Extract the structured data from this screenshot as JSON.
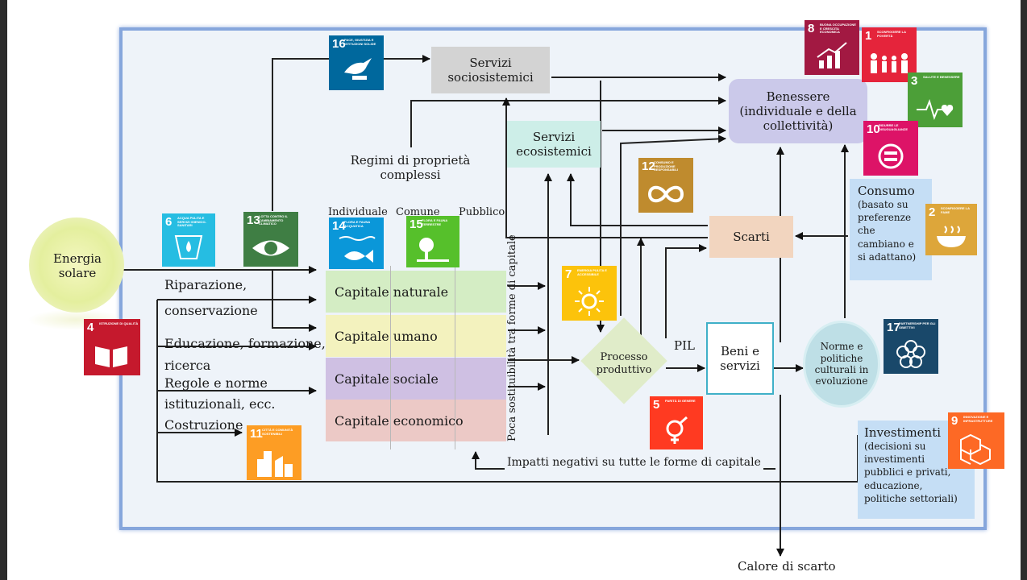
{
  "energy": {
    "label": "Energia solare"
  },
  "services": {
    "socio": "Servizi sociosistemici",
    "eco": "Servizi ecosistemici"
  },
  "wellbeing": {
    "label": "Benessere (individuale e della collettività)"
  },
  "property": {
    "title": "Regimi di proprietà complessi",
    "columns": [
      "Individuale",
      "Comune",
      "Pubblico"
    ]
  },
  "capitals": [
    {
      "label": "Capitale naturale",
      "color": "#d4edc4"
    },
    {
      "label": "Capitale umano",
      "color": "#f3f2be"
    },
    {
      "label": "Capitale sociale",
      "color": "#cfc0e3"
    },
    {
      "label": "Capitale economico",
      "color": "#ecc9c6"
    }
  ],
  "substitutability": "Poca sostituibilità tra forme di capitale",
  "inputs": {
    "repair1": "Riparazione,",
    "repair2": "conservazione",
    "edu1": "Educazione, formazione,",
    "edu2": "ricerca",
    "rules1": "Regole e norme",
    "rules2": "istituzionali, ecc.",
    "build": "Costruzione"
  },
  "process": "Processo produttivo",
  "pil": "PIL",
  "goods": "Beni e servizi",
  "norms": "Norme e politiche culturali in evoluzione",
  "waste": "Scarti",
  "consumption": {
    "title": "Consumo",
    "body": "(basato su preferenze che cambiano e si adattano)"
  },
  "investments": {
    "title": "Investimenti",
    "body": "(decisioni su investimenti pubblici e privati, educazione, politiche settoriali)"
  },
  "impacts": "Impatti negativi su tutte le forme di capitale",
  "waste_heat": "Calore di scarto",
  "sdgs": [
    {
      "num": "1",
      "title": "Sconfiggere la povertà",
      "color": "#e5243b",
      "icon": "people-icon"
    },
    {
      "num": "2",
      "title": "Sconfiggere la fame",
      "color": "#dda63a",
      "icon": "bowl-icon"
    },
    {
      "num": "3",
      "title": "Salute e benessere",
      "color": "#4c9f38",
      "icon": "heartbeat-icon"
    },
    {
      "num": "4",
      "title": "Istruzione di qualità",
      "color": "#c5192d",
      "icon": "book-icon"
    },
    {
      "num": "5",
      "title": "Parità di genere",
      "color": "#ff3a21",
      "icon": "gender-icon"
    },
    {
      "num": "6",
      "title": "Acqua pulita e servizi igienico-sanitari",
      "color": "#26bde2",
      "icon": "water-drop-icon"
    },
    {
      "num": "7",
      "title": "Energia pulita e accessibile",
      "color": "#fcc30b",
      "icon": "sun-icon"
    },
    {
      "num": "8",
      "title": "Buona occupazione e crescita economica",
      "color": "#a21942",
      "icon": "growth-chart-icon"
    },
    {
      "num": "9",
      "title": "Innovazione e infrastrutture",
      "color": "#fd6925",
      "icon": "cubes-icon"
    },
    {
      "num": "10",
      "title": "Ridurre le disuguaglianze",
      "color": "#dd1367",
      "icon": "equal-icon"
    },
    {
      "num": "11",
      "title": "Città e comunità sostenibili",
      "color": "#fd9d24",
      "icon": "city-icon"
    },
    {
      "num": "12",
      "title": "Consumo e produzione responsabili",
      "color": "#bf8b2e",
      "icon": "infinity-icon"
    },
    {
      "num": "13",
      "title": "Lotta contro il cambiamento climatico",
      "color": "#3f7e44",
      "icon": "eye-globe-icon"
    },
    {
      "num": "14",
      "title": "Flora e fauna acquatica",
      "color": "#0a97d9",
      "icon": "fish-icon"
    },
    {
      "num": "15",
      "title": "Flora e fauna terrestre",
      "color": "#56c02b",
      "icon": "tree-icon"
    },
    {
      "num": "16",
      "title": "Pace, giustizia e istituzioni solide",
      "color": "#00689d",
      "icon": "dove-icon"
    },
    {
      "num": "17",
      "title": "Partnership per gli obiettivi",
      "color": "#19486a",
      "icon": "flower-icon"
    }
  ]
}
